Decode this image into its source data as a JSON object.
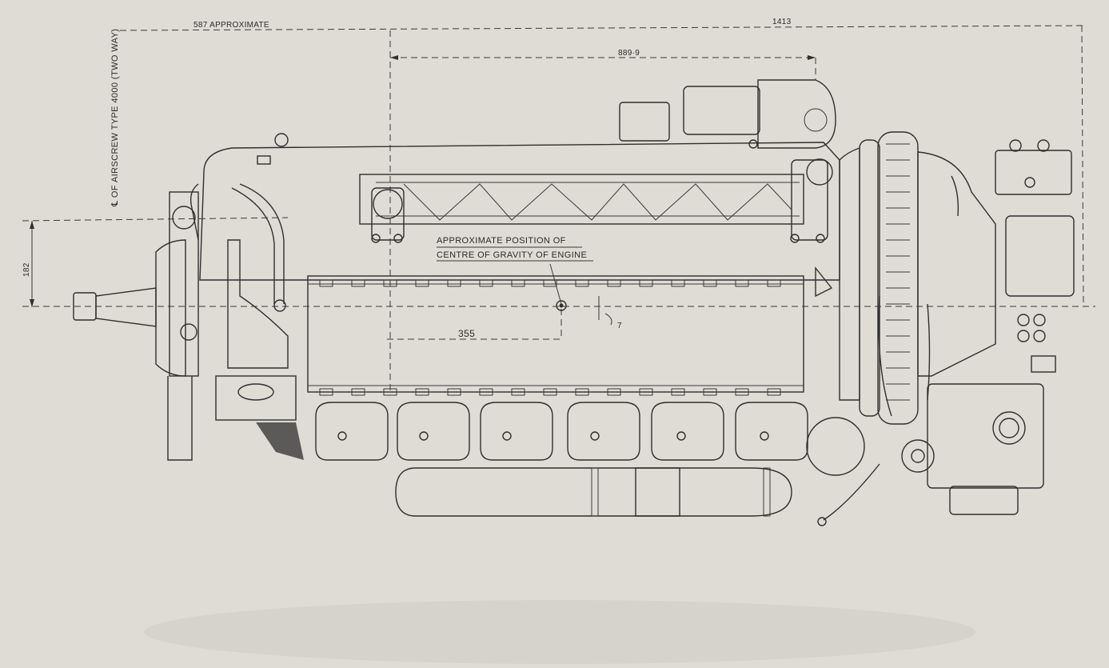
{
  "dimensions": {
    "overall_length": "1413",
    "prop_offset": "587 APPROXIMATE",
    "block_length": "889·9",
    "cg_offset": "355",
    "height_offset": "182",
    "cg_vertical": "7"
  },
  "labels": {
    "airscrew_axis": "℄ OF AIRSCREW TYPE 4000 (TWO WAY)",
    "cg_line1": "APPROXIMATE POSITION OF",
    "cg_line2": "CENTRE OF GRAVITY OF ENGINE"
  }
}
